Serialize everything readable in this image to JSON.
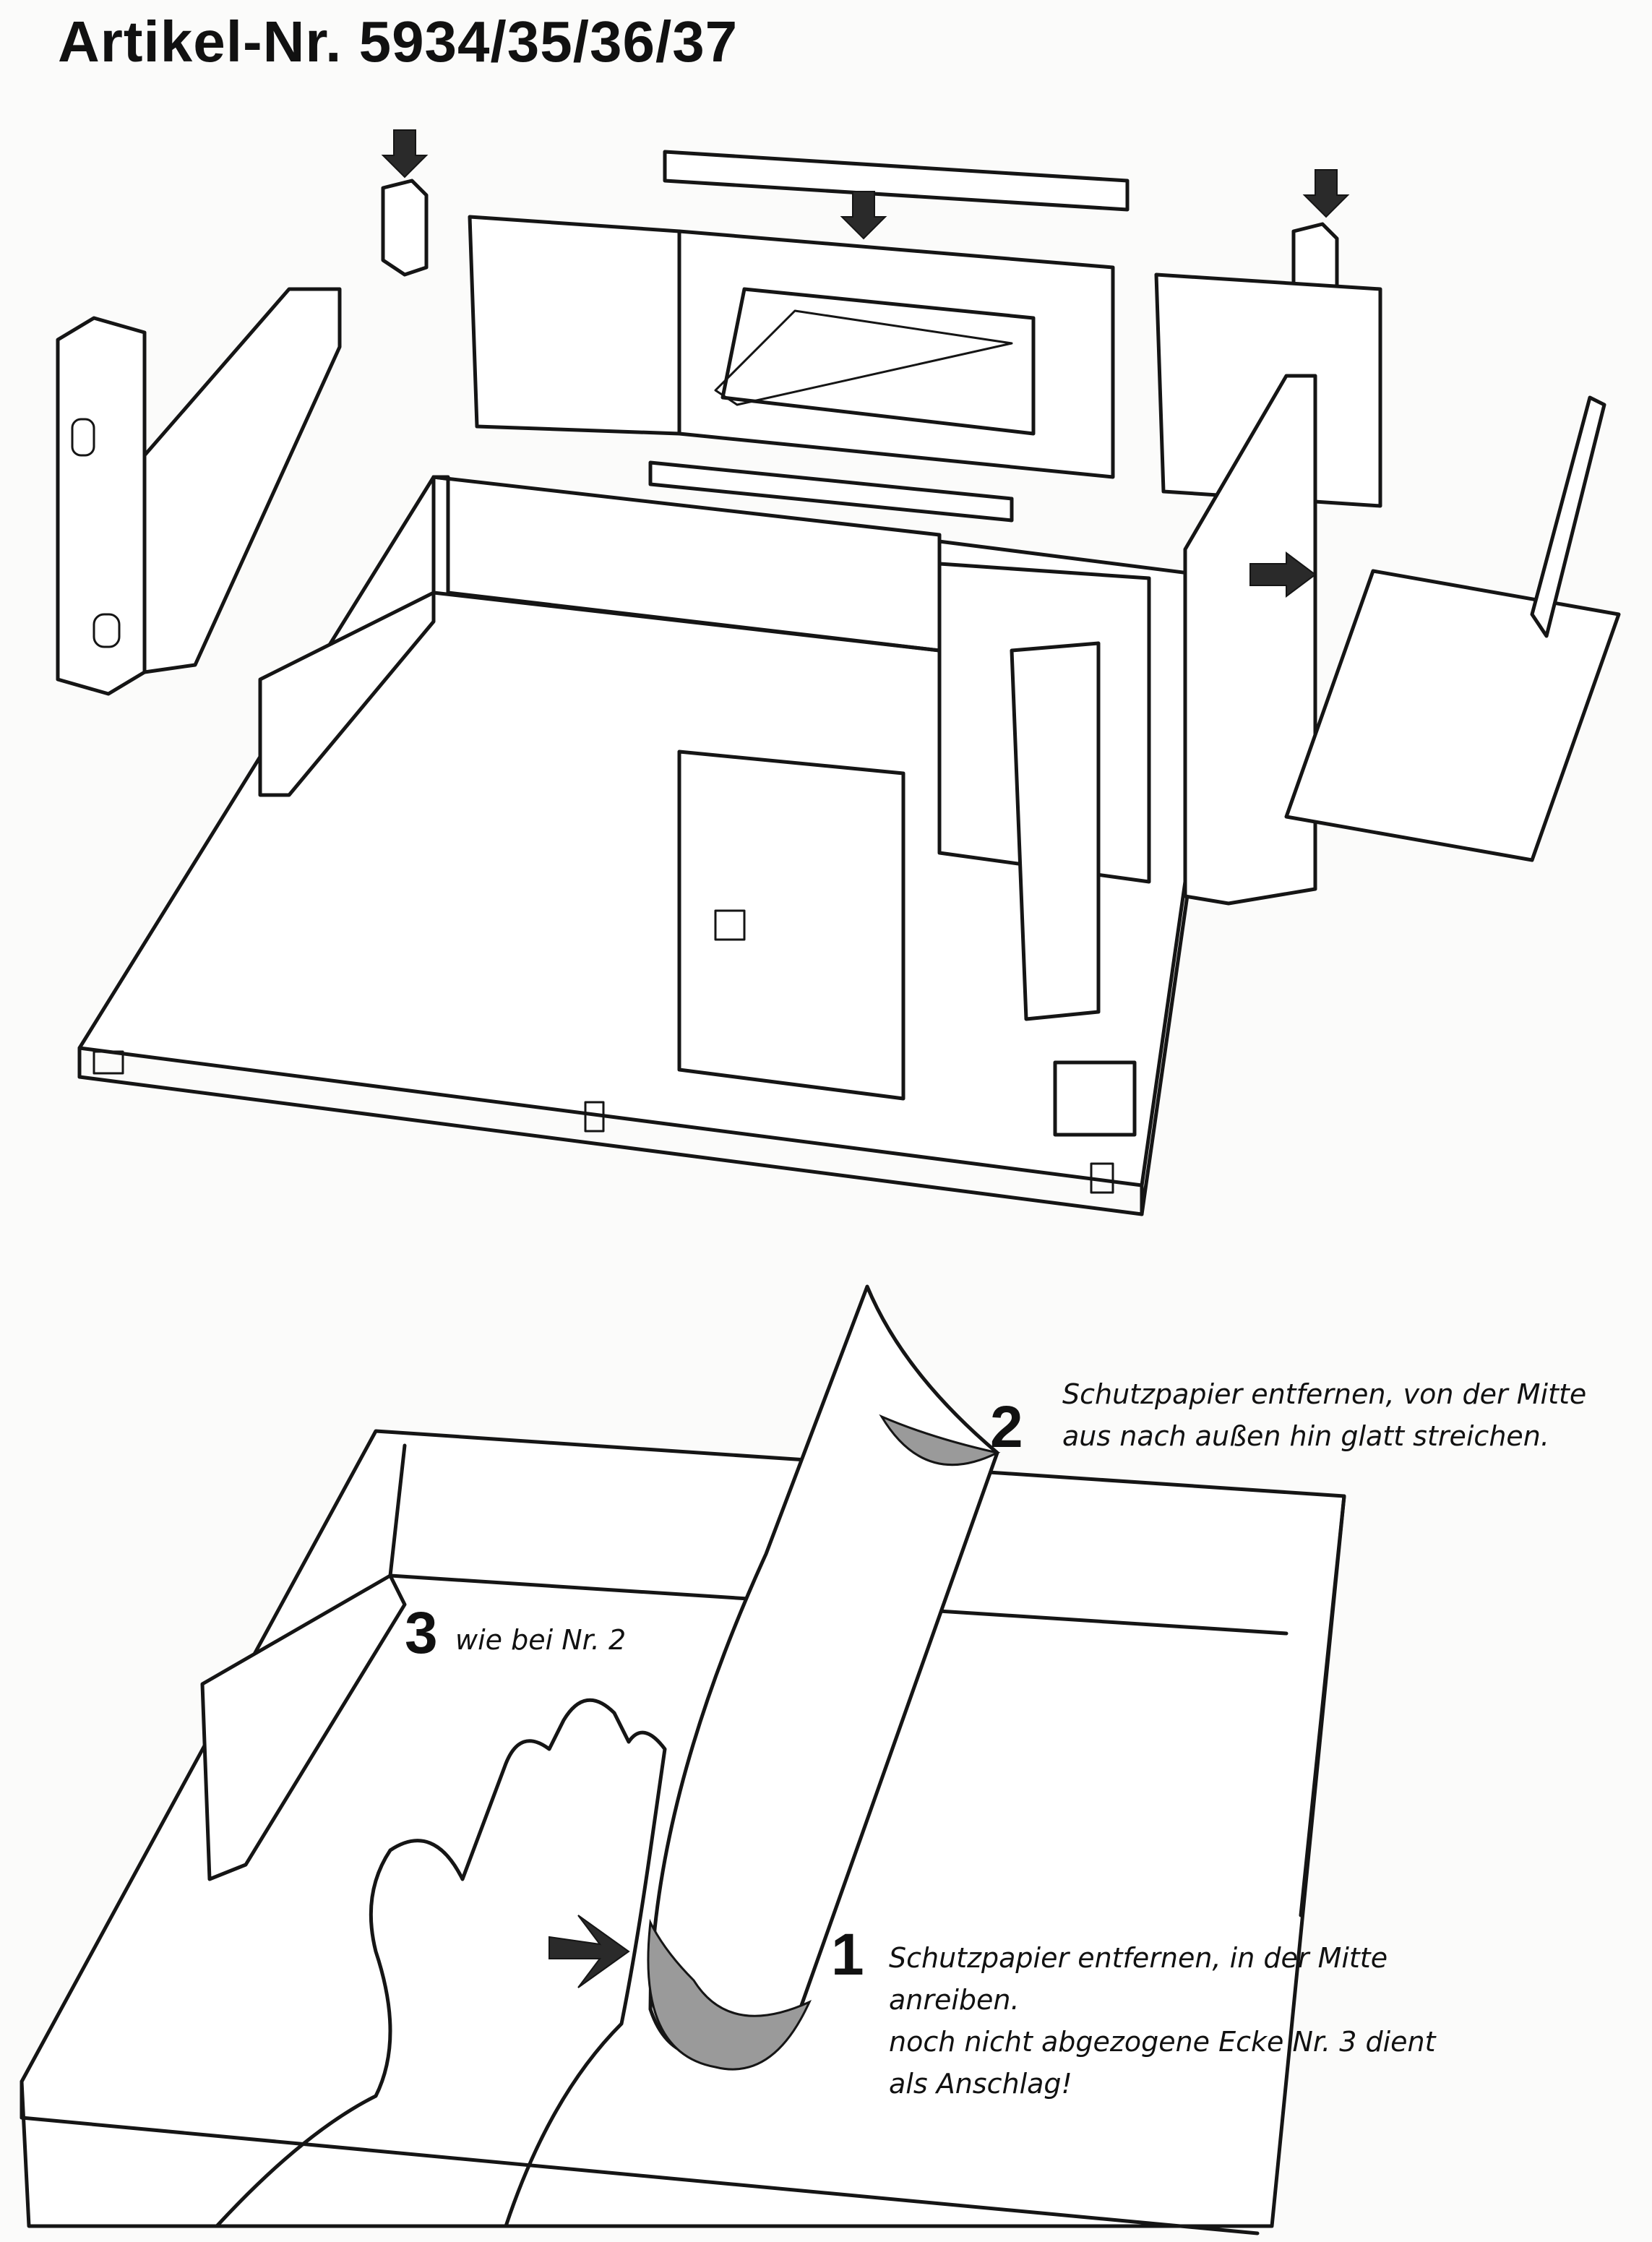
{
  "title": "Artikel-Nr. 5934/35/36/37",
  "steps": [
    {
      "number": "1",
      "text": "Schutzpapier entfernen, in der Mitte\nanreiben.\nnoch nicht abgezogene Ecke Nr. 3 dient\nals Anschlag!"
    },
    {
      "number": "2",
      "text": "Schutzpapier entfernen, von der Mitte\naus nach außen hin glatt streichen."
    },
    {
      "number": "3",
      "text": "wie bei Nr. 2"
    }
  ]
}
